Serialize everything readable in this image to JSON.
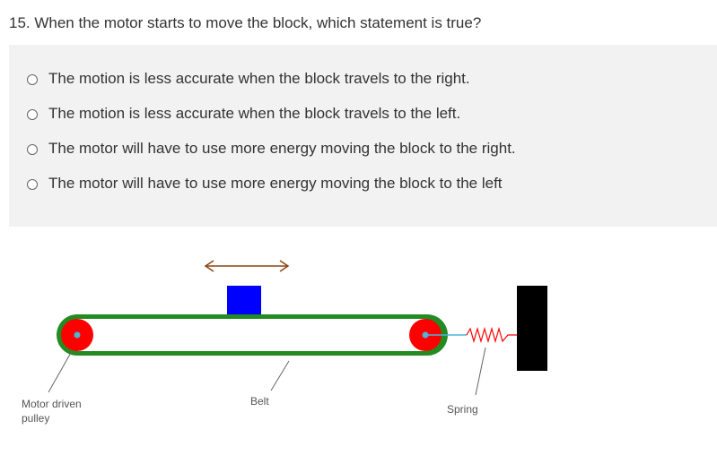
{
  "question": {
    "title": "15. When the motor starts to move the block, which statement is true?"
  },
  "options": [
    {
      "label": "The motion is less accurate when the block travels to the right."
    },
    {
      "label": "The motion is less accurate when the block travels to the left."
    },
    {
      "label": "The motor will have to use more energy moving the block to the right."
    },
    {
      "label": "The motor will have to use more energy moving the block to the left"
    }
  ],
  "diagram": {
    "labels": {
      "motor_line1": "Motor driven",
      "motor_line2": "pulley",
      "belt": "Belt",
      "spring": "Spring"
    },
    "colors": {
      "belt": "#228b22",
      "pulley": "#ff0000",
      "pulley_center": "#4fb3d9",
      "block": "#0000ff",
      "arrow": "#8b4513",
      "spring": "#ff0000",
      "spring_link": "#4fb3d9",
      "wall": "#000000",
      "leader": "#666666"
    }
  }
}
